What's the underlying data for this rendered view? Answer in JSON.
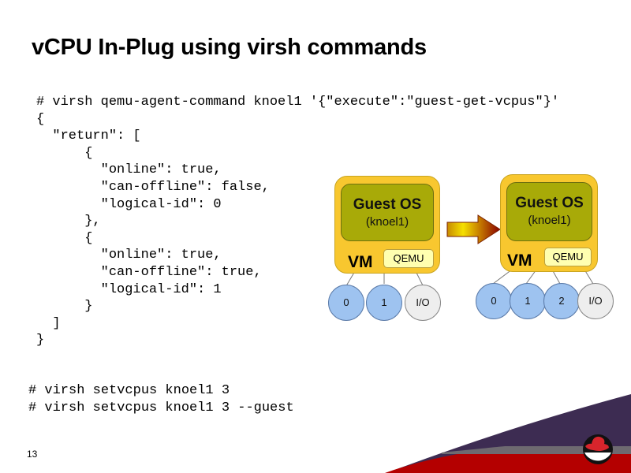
{
  "slide": {
    "title": "vCPU In-Plug using virsh commands",
    "page_number": "13"
  },
  "code_block_1": [
    "# virsh qemu-agent-command knoel1 '{\"execute\":\"guest-get-vcpus\"}'",
    "{",
    "  \"return\": [",
    "      {",
    "        \"online\": true,",
    "        \"can-offline\": false,",
    "        \"logical-id\": 0",
    "      },",
    "      {",
    "        \"online\": true,",
    "        \"can-offline\": true,",
    "        \"logical-id\": 1",
    "      }",
    "  ]",
    "}"
  ],
  "code_block_2": [
    "# virsh setvcpus knoel1 3",
    "# virsh setvcpus knoel1 3 --guest"
  ],
  "diagram": {
    "before": {
      "guest_os_title": "Guest OS",
      "guest_os_name": "(knoel1)",
      "vm_label": "VM",
      "qemu_label": "QEMU",
      "nodes": [
        "0",
        "1",
        "I/O"
      ]
    },
    "after": {
      "guest_os_title": "Guest OS",
      "guest_os_name": "(knoel1)",
      "vm_label": "VM",
      "qemu_label": "QEMU",
      "nodes": [
        "0",
        "1",
        "2",
        "I/O"
      ]
    },
    "arrow_icon": "right-arrow-icon"
  },
  "branding": {
    "logo_icon": "redhat-shadowman-logo",
    "colors": {
      "purple": "#3d2c52",
      "red": "#b50000",
      "gray_band": "#6a6a6a"
    }
  }
}
